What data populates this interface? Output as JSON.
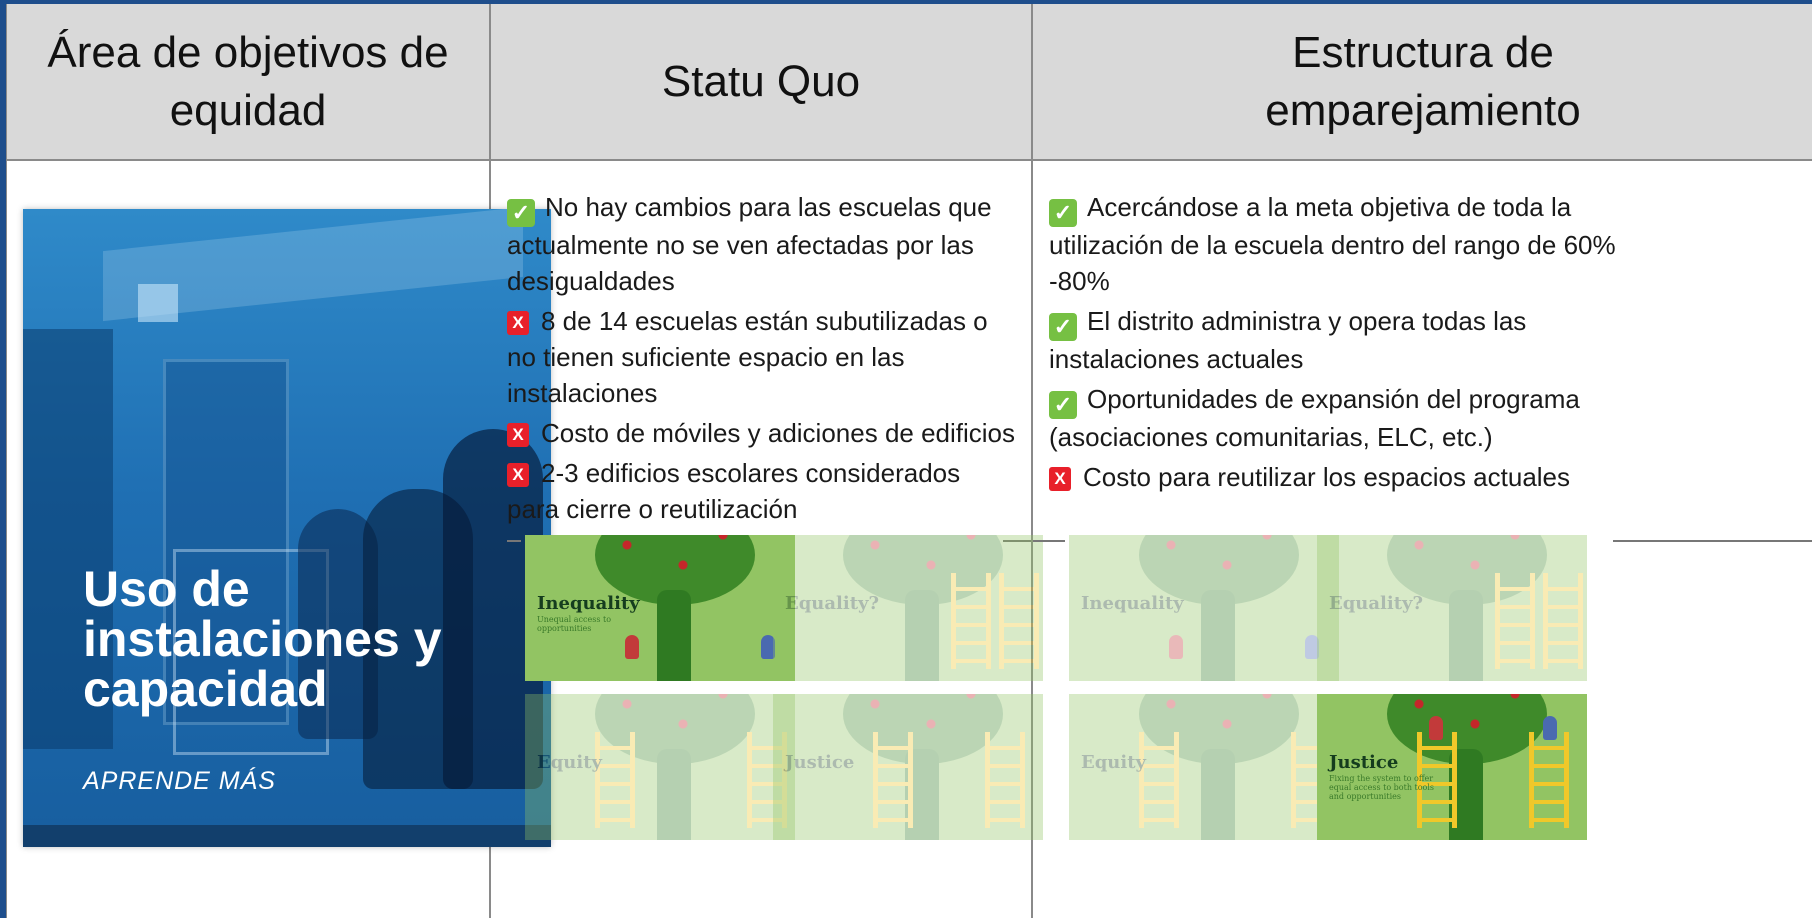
{
  "headers": {
    "col1": "Área de objetivos de equidad",
    "col2": "Statu Quo",
    "col3": "Estructura de emparejamiento"
  },
  "card": {
    "title": "Uso de instalaciones y capacidad",
    "learn_more": "APRENDE MÁS"
  },
  "status_quo": {
    "items": [
      {
        "type": "check",
        "text": "No hay cambios para las escuelas que actualmente no se ven afectadas por las desigualdades"
      },
      {
        "type": "cross",
        "text": "8 de 14 escuelas están subutilizadas o no tienen suficiente espacio en las instalaciones"
      },
      {
        "type": "cross",
        "text": "Costo de móviles y adiciones de edificios"
      },
      {
        "type": "cross",
        "text": "2-3 edificios escolares considerados para cierre o reutilización"
      }
    ],
    "panels": [
      {
        "label": "Inequality",
        "sub": "Unequal access to opportunities",
        "highlight": true
      },
      {
        "label": "Equality?",
        "sub": "",
        "highlight": false
      },
      {
        "label": "Equity",
        "sub": "",
        "highlight": false
      },
      {
        "label": "Justice",
        "sub": "",
        "highlight": false
      }
    ]
  },
  "pairing": {
    "items": [
      {
        "type": "check",
        "text": "Acercándose a la meta objetiva de toda la utilización de la escuela dentro del rango de 60% -80%"
      },
      {
        "type": "check",
        "text": "El distrito administra y opera todas las instalaciones actuales"
      },
      {
        "type": "check",
        "text": "Oportunidades de expansión del programa (asociaciones comunitarias, ELC, etc.)"
      },
      {
        "type": "cross",
        "text": "Costo para reutilizar los espacios actuales"
      }
    ],
    "panels": [
      {
        "label": "Inequality",
        "sub": "",
        "highlight": false
      },
      {
        "label": "Equality?",
        "sub": "",
        "highlight": false
      },
      {
        "label": "Equity",
        "sub": "",
        "highlight": false
      },
      {
        "label": "Justice",
        "sub": "Fixing the system to offer equal access to both tools and opportunities",
        "highlight": true
      }
    ]
  },
  "icons": {
    "check": "✓",
    "cross": "X"
  },
  "colors": {
    "frame": "#1e4e8c",
    "header_bg": "#d9d9d9",
    "check": "#76c043",
    "cross": "#e8202a",
    "panel_green": "#92c463"
  }
}
